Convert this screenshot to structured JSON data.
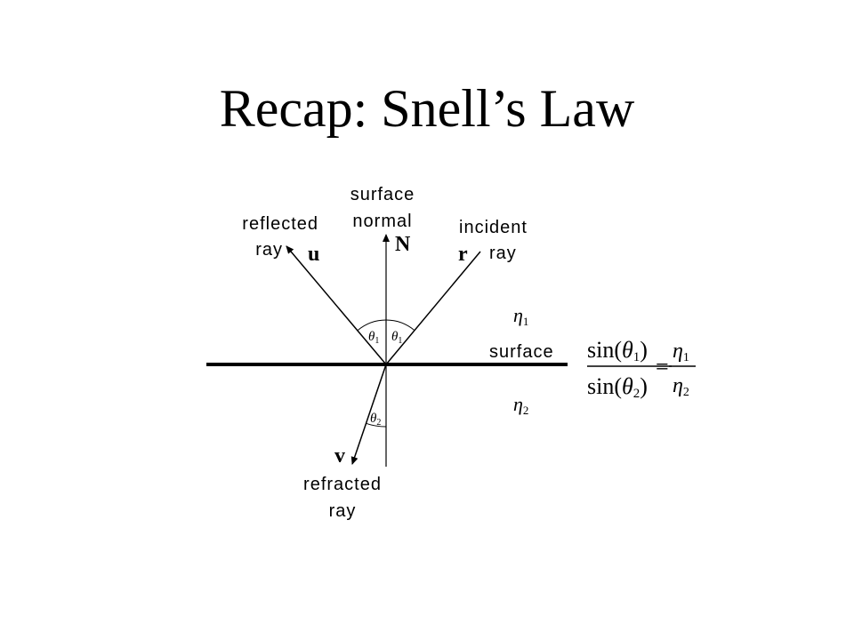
{
  "slide": {
    "title": "Recap: Snell’s Law"
  },
  "labels": {
    "surface_normal_line1": "surface",
    "surface_normal_line2": "normal",
    "reflected_line1": "reflected",
    "reflected_line2": "ray",
    "incident_line1": "incident",
    "incident_line2": "ray",
    "refracted_line1": "refracted",
    "refracted_line2": "ray",
    "surface": "surface"
  },
  "vectors": {
    "normal": "N",
    "reflected": "u",
    "incident": "r",
    "refracted": "v"
  },
  "angles": {
    "theta_symbol": "θ",
    "reflected_sub": "1",
    "incident_sub": "1",
    "refracted_sub": "2"
  },
  "media": {
    "eta_symbol": "η",
    "upper_sub": "1",
    "lower_sub": "2"
  },
  "formula": {
    "sin": "sin",
    "open_paren": "(",
    "close_paren": ")",
    "theta": "θ",
    "num_sub": "1",
    "den_sub": "2",
    "equals": "=",
    "eta": "η",
    "eta_num_sub": "1",
    "eta_den_sub": "2"
  }
}
